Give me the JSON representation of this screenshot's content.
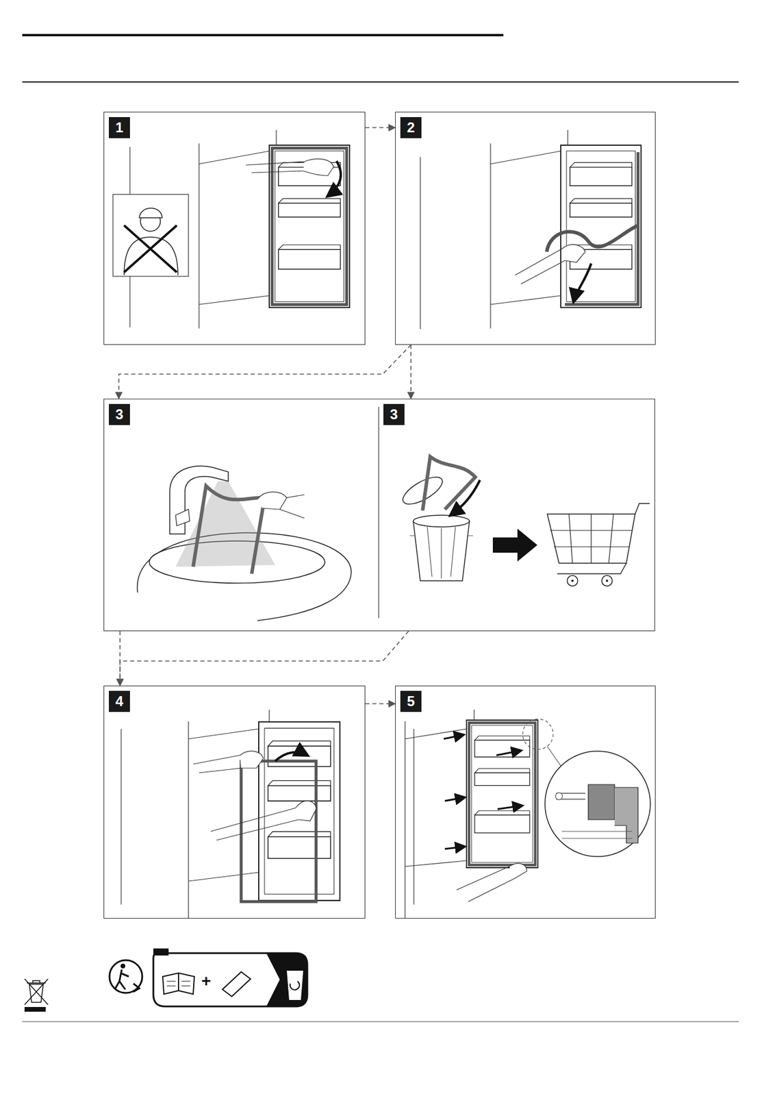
{
  "diagram": {
    "nodes": [
      {
        "text": [
          "1"
        ]
      },
      {
        "text": [
          "2"
        ]
      },
      {
        "text": [
          "3"
        ]
      },
      {
        "text": [
          "3"
        ]
      },
      {
        "text": [
          "4"
        ]
      },
      {
        "text": [
          "5"
        ]
      }
    ],
    "edges": [
      {
        "from": 0,
        "to": 1,
        "arrow": "to"
      },
      {
        "from": 1,
        "to": 2,
        "arrow": "to"
      },
      {
        "from": 1,
        "to": 3,
        "arrow": "to"
      },
      {
        "from": 2,
        "to": 4,
        "arrow": "to"
      },
      {
        "from": 3,
        "to": 4,
        "arrow": "to"
      },
      {
        "from": 4,
        "to": 5,
        "arrow": "to"
      }
    ],
    "labels": [
      "+"
    ]
  }
}
